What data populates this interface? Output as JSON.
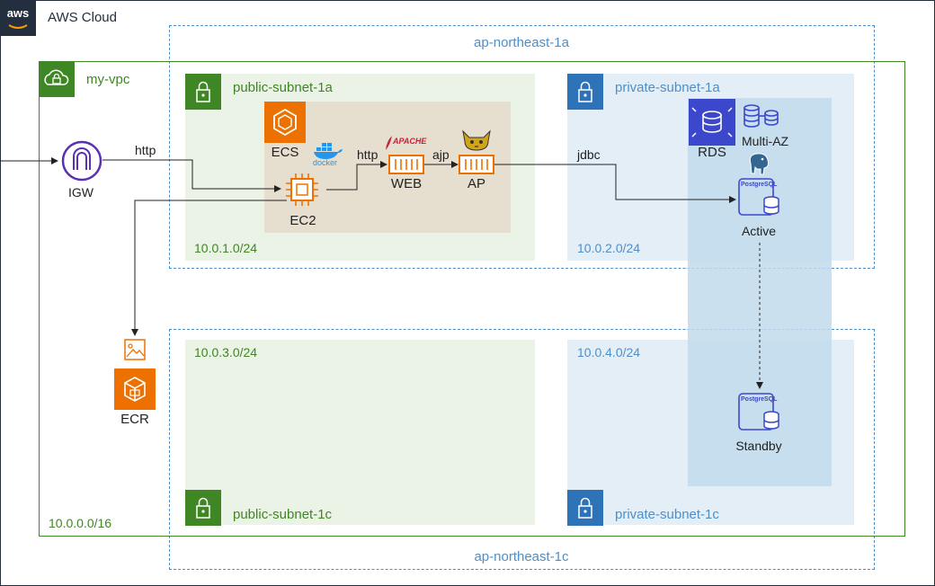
{
  "cloud": {
    "label": "AWS Cloud",
    "logo_text": "aws"
  },
  "az": {
    "a": "ap-northeast-1a",
    "c": "ap-northeast-1c"
  },
  "vpc": {
    "label": "my-vpc",
    "cidr": "10.0.0.0/16"
  },
  "subnets": {
    "public_1a": {
      "label": "public-subnet-1a",
      "cidr": "10.0.1.0/24"
    },
    "private_1a": {
      "label": "private-subnet-1a",
      "cidr": "10.0.2.0/24"
    },
    "public_1c": {
      "label": "public-subnet-1c",
      "cidr": "10.0.3.0/24"
    },
    "private_1c": {
      "label": "private-subnet-1c",
      "cidr": "10.0.4.0/24"
    }
  },
  "nodes": {
    "igw": "IGW",
    "ecs": "ECS",
    "ec2": "EC2",
    "web": "WEB",
    "ap": "AP",
    "ecr": "ECR",
    "rds": "RDS",
    "multi_az": "Multi-AZ",
    "active": "Active",
    "standby": "Standby",
    "docker": "docker",
    "apache": "APACHE",
    "postgres": "PostgreSQL"
  },
  "edges": {
    "http_igw": "http",
    "http_web": "http",
    "ajp": "ajp",
    "jdbc": "jdbc"
  },
  "colors": {
    "orange": "#ED7100",
    "green": "#3F8624",
    "blue": "#4E8FC9",
    "navy": "#232F3E",
    "igw_purple": "#8C4FFF",
    "rds_blue": "#3B48CC"
  }
}
